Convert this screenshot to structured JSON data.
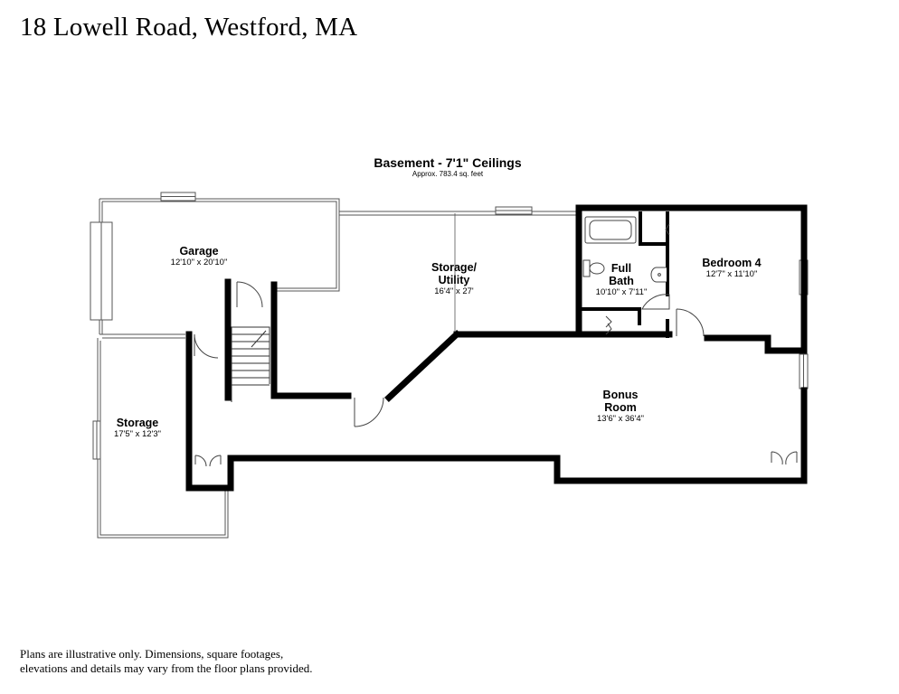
{
  "address": "18 Lowell Road, Westford, MA",
  "plan": {
    "title": "Basement - 7'1\" Ceilings",
    "area": "Approx. 783.4 sq. feet"
  },
  "rooms": {
    "garage": {
      "name": "Garage",
      "dims": "12'10\" x 20'10\""
    },
    "storage_utility": {
      "name_line1": "Storage/",
      "name_line2": "Utility",
      "dims": "16'4\" x 27'"
    },
    "full_bath": {
      "name_line1": "Full",
      "name_line2": "Bath",
      "dims": "10'10\" x 7'11\""
    },
    "bedroom4": {
      "name": "Bedroom 4",
      "dims": "12'7\" x 11'10\""
    },
    "bonus_room": {
      "name_line1": "Bonus",
      "name_line2": "Room",
      "dims": "13'6\" x 36'4\""
    },
    "storage": {
      "name": "Storage",
      "dims": "17'5\" x 12'3\""
    }
  },
  "disclaimer": {
    "line1": "Plans are illustrative only. Dimensions, square footages,",
    "line2": "elevations and details may vary from the floor plans provided."
  }
}
